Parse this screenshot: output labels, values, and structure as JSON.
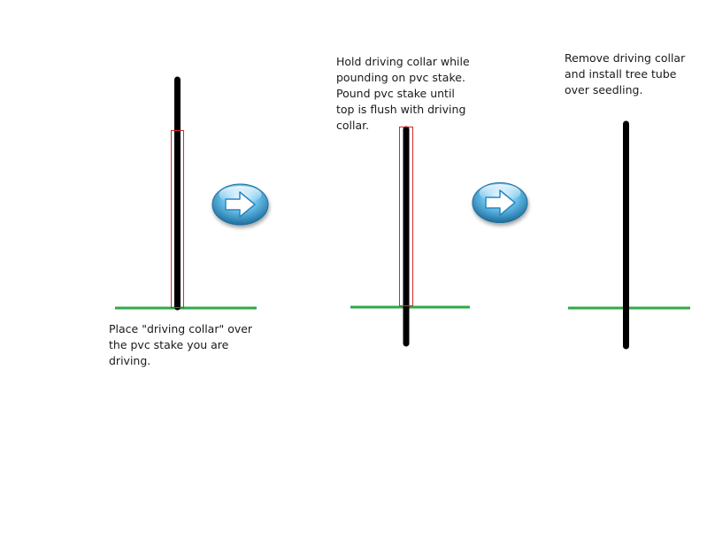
{
  "steps": [
    {
      "caption_lines": [
        "Place \"driving collar\" over",
        "the pvc stake you are",
        "driving."
      ]
    },
    {
      "caption_lines": [
        "Hold driving collar while",
        "pounding on pvc stake.",
        "Pound pvc stake until",
        "top is flush with driving",
        "collar."
      ]
    },
    {
      "caption_lines": [
        "Remove driving collar",
        "and install tree tube",
        "over seedling."
      ]
    }
  ],
  "arrows": [
    {
      "icon": "right-arrow-icon"
    },
    {
      "icon": "right-arrow-icon"
    }
  ],
  "colors": {
    "stake": "#000000",
    "collar_outline": "#d42a2a",
    "ground": "#2ea84a",
    "arrow_light": "#c9ecfb",
    "arrow_mid": "#3fa7d9",
    "arrow_dark": "#1d6e9e",
    "arrow_glyph": "#ffffff"
  }
}
